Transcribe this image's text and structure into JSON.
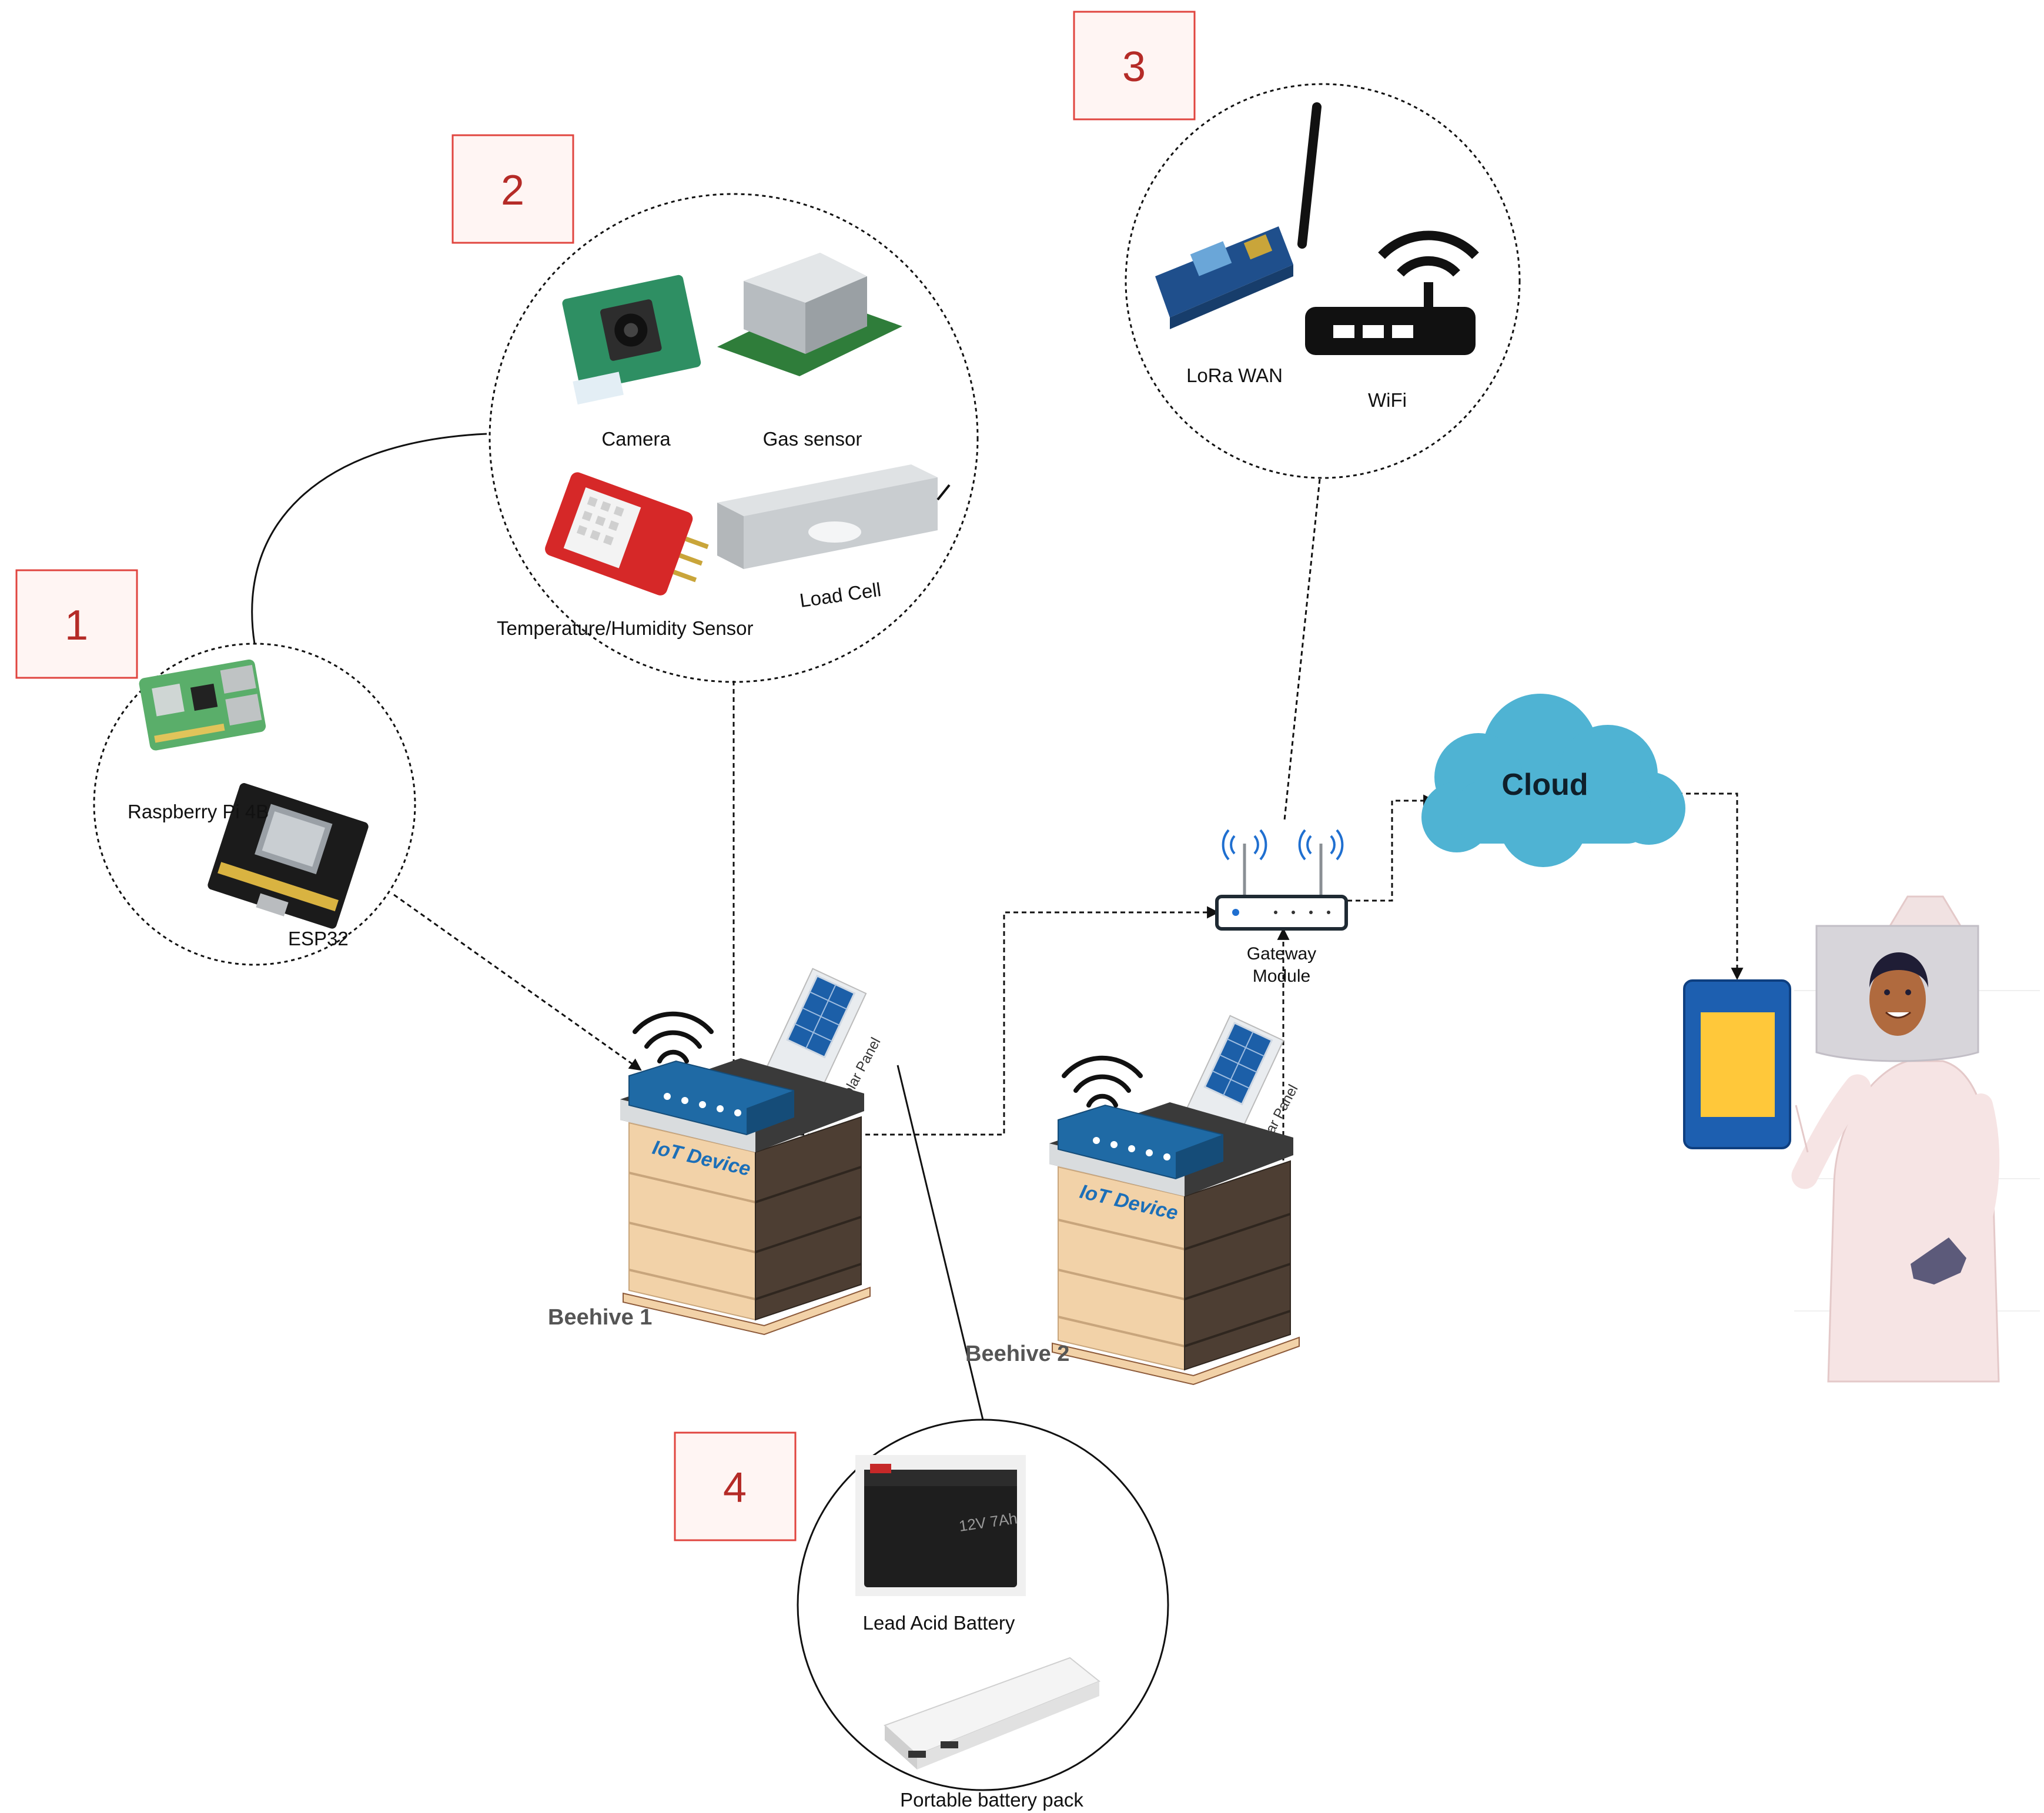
{
  "groups": [
    {
      "number": "1",
      "items": [
        "Raspberry Pi 4B",
        "ESP32"
      ]
    },
    {
      "number": "2",
      "items": [
        "Camera",
        "Gas sensor",
        "Temperature/Humidity Sensor",
        "Load Cell"
      ]
    },
    {
      "number": "3",
      "items": [
        "LoRa WAN",
        "WiFi"
      ]
    },
    {
      "number": "4",
      "items": [
        "Lead Acid Battery",
        "Portable battery pack"
      ]
    }
  ],
  "battery_marking": "12V 7Ah",
  "hives": [
    {
      "label": "Beehive 1",
      "device_label": "IoT Device",
      "panel_label": "Solar Panel"
    },
    {
      "label": "Beehive 2",
      "device_label": "IoT Device",
      "panel_label": "Solar Panel"
    }
  ],
  "gateway": {
    "line1": "Gateway",
    "line2": "Module"
  },
  "cloud": {
    "label": "Cloud"
  },
  "colors": {
    "number_box_border": "#e0453f",
    "number_box_fill": "#fff5f3",
    "number_text": "#b52b27",
    "cloud": "#4fb3d3",
    "device_blue": "#1f6aa5",
    "phone_body": "#1d5fb0",
    "phone_screen": "#ffc83a",
    "hive_wood_light": "#f2d2a8",
    "hive_wood_dark": "#4d3e33",
    "solar_cell": "#1c5fa8"
  }
}
